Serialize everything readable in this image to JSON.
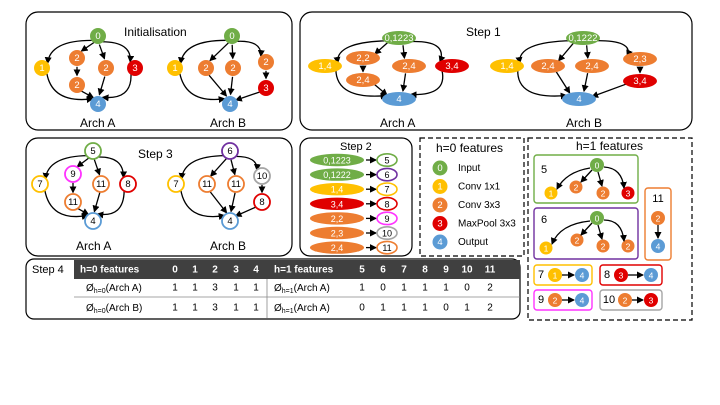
{
  "colors": {
    "input": "#70ad47",
    "conv1": "#ffc000",
    "conv3": "#ed7d31",
    "maxpool": "#e00000",
    "output": "#5b9bd5",
    "wl5": "#70ad47",
    "wl6": "#7030a0",
    "wl9": "#ff33ff",
    "wl10": "#a5a5a5"
  },
  "panels": {
    "initialisation": "Initialisation",
    "step1": "Step 1",
    "step2": "Step 2",
    "step3": "Step 3",
    "step4": "Step 4"
  },
  "arch_labels": {
    "a": "Arch A",
    "b": "Arch B"
  },
  "init": {
    "a": {
      "top": "0",
      "left": "1",
      "mid1": "2",
      "mid2": "2",
      "right1": "2",
      "right2": "3",
      "out": "4"
    },
    "b": {
      "top": "0",
      "left": "1",
      "mid1": "2",
      "mid2": "2",
      "right1": "2",
      "right2": "3",
      "out": "4"
    }
  },
  "step1": {
    "a": {
      "top": "0,1223",
      "left": "1,4",
      "mid1": "2,2",
      "mid2": "2,4",
      "right1": "2,4",
      "right2": "3,4",
      "out": "4"
    },
    "b": {
      "top": "0,1222",
      "left": "1,4",
      "mid1": "2,4",
      "mid2": "2,4",
      "right1": "2,3",
      "right2": "3,4",
      "out": "4"
    }
  },
  "step2": [
    {
      "from": "0,1223",
      "to": "5",
      "fill": "input",
      "ring": "wl5"
    },
    {
      "from": "0,1222",
      "to": "6",
      "fill": "input",
      "ring": "wl6"
    },
    {
      "from": "1,4",
      "to": "7",
      "fill": "conv1",
      "ring": "conv1"
    },
    {
      "from": "3,4",
      "to": "8",
      "fill": "maxpool",
      "ring": "maxpool"
    },
    {
      "from": "2,2",
      "to": "9",
      "fill": "conv3",
      "ring": "wl9"
    },
    {
      "from": "2,3",
      "to": "10",
      "fill": "conv3",
      "ring": "wl10"
    },
    {
      "from": "2,4",
      "to": "11",
      "fill": "conv3",
      "ring": "conv3"
    }
  ],
  "step3": {
    "a": {
      "top": "5",
      "left": "7",
      "mid1": "9",
      "mid2": "11",
      "right1": "11",
      "right2": "8",
      "out": "4"
    },
    "b": {
      "top": "6",
      "left": "7",
      "mid1": "11",
      "mid2": "11",
      "right1": "10",
      "right2": "8",
      "out": "4"
    }
  },
  "legend_h0": {
    "title": "h=0 features",
    "items": [
      {
        "id": "0",
        "label": "Input",
        "color": "input"
      },
      {
        "id": "1",
        "label": "Conv 1x1",
        "color": "conv1"
      },
      {
        "id": "2",
        "label": "Conv 3x3",
        "color": "conv3"
      },
      {
        "id": "3",
        "label": "MaxPool 3x3",
        "color": "maxpool"
      },
      {
        "id": "4",
        "label": "Output",
        "color": "output"
      }
    ]
  },
  "legend_h1": {
    "title": "h=1 features",
    "f5": "5",
    "f6": "6",
    "f7": "7",
    "f8": "8",
    "f9": "9",
    "f10": "10",
    "f11": "11"
  },
  "table": {
    "h0_header": "h=0 features",
    "h0_cols": [
      "0",
      "1",
      "2",
      "3",
      "4"
    ],
    "h1_header": "h=1 features",
    "h1_cols": [
      "5",
      "6",
      "7",
      "8",
      "9",
      "10",
      "11"
    ],
    "rows": [
      {
        "label_sym": "Ø",
        "label_sub": "h=0",
        "label_arch": "(Arch A)",
        "h0": [
          "1",
          "1",
          "3",
          "1",
          "1"
        ],
        "label2_sub": "h=1",
        "label2_arch": "(Arch A)",
        "h1": [
          "1",
          "0",
          "1",
          "1",
          "1",
          "0",
          "2"
        ]
      },
      {
        "label_sym": "Ø",
        "label_sub": "h=0",
        "label_arch": "(Arch B)",
        "h0": [
          "1",
          "1",
          "3",
          "1",
          "1"
        ],
        "label2_sub": "h=1",
        "label2_arch": "(Arch A)",
        "h1": [
          "0",
          "1",
          "1",
          "1",
          "0",
          "1",
          "2"
        ]
      }
    ]
  }
}
